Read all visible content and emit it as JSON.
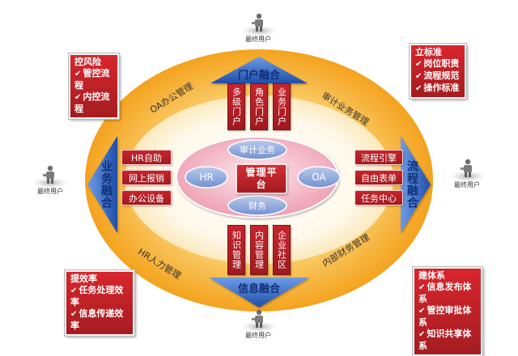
{
  "center": {
    "title": "管理平台"
  },
  "ovals": {
    "top": "审计业务",
    "bottom": "财务",
    "left": "HR",
    "right": "OA"
  },
  "arrows": {
    "top": "门户融合",
    "bottom": "信息融合",
    "left": "业务融合",
    "right": "流程融合"
  },
  "ring_labels": {
    "top_left": "OA办公管理",
    "top_right": "审计业务管理",
    "bottom_left": "HR人力管理",
    "bottom_right": "内部财务管理"
  },
  "top_boxes": [
    "多级门户",
    "角色门户",
    "业务门户"
  ],
  "bottom_boxes": [
    "知识管理",
    "内容管理",
    "企业社区"
  ],
  "left_boxes": [
    "HR自助",
    "网上报销",
    "办公设备"
  ],
  "right_boxes": [
    "流程引擎",
    "自由表单",
    "任务中心"
  ],
  "callouts": {
    "top_left": {
      "title": "控风险",
      "items": [
        "管控流程",
        "内控流程"
      ]
    },
    "top_right": {
      "title": "立标准",
      "items": [
        "岗位职责",
        "流程规范",
        "操作标准"
      ]
    },
    "bottom_left": {
      "title": "提效率",
      "items": [
        "任务处理效率",
        "信息传递效率"
      ]
    },
    "bottom_right": {
      "title": "建体系",
      "items": [
        "信息发布体系",
        "管控审批体系",
        "知识共享体系"
      ]
    }
  },
  "users": {
    "label": "最终用户"
  },
  "check_glyph": "✔",
  "colors": {
    "ring": "#f5a623",
    "red": "#c0272d",
    "arrow_blue": "#2f63c4",
    "oval_blue": "#8fa9dd",
    "center_pink": "#f2b6c4"
  }
}
